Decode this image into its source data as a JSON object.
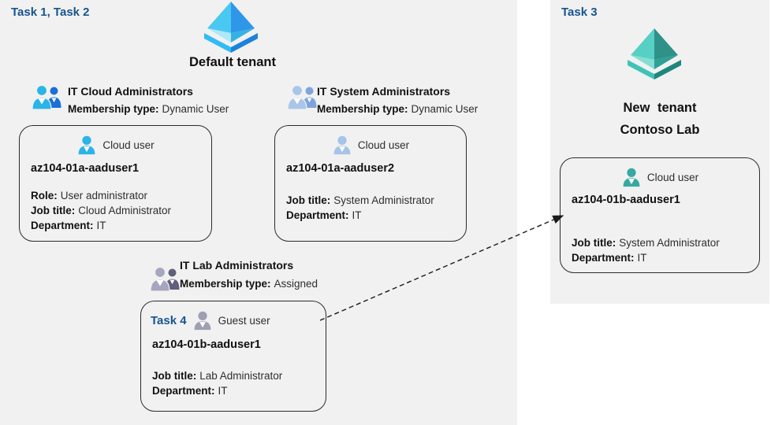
{
  "diagram": {
    "task12_label": "Task 1, Task 2",
    "task3_label": "Task 3",
    "default_tenant_label": "Default tenant",
    "new_tenant": {
      "line1": "New tenant",
      "line2": "Contoso Lab"
    },
    "groups": [
      {
        "name": "IT Cloud Administrators",
        "membership_label": "Membership type:",
        "membership_value": "Dynamic User"
      },
      {
        "name": "IT System Administrators",
        "membership_label": "Membership type:",
        "membership_value": "Dynamic User"
      },
      {
        "name": "IT Lab Administrators",
        "membership_label": "Membership type:",
        "membership_value": "Assigned"
      }
    ],
    "users": [
      {
        "type_label": "Cloud user",
        "name": "az104-01a-aaduser1",
        "lines": [
          {
            "label": "Role:",
            "value": "User administrator"
          },
          {
            "label": "Job title:",
            "value": "Cloud Administrator"
          },
          {
            "label": "Department:",
            "value": "IT"
          }
        ]
      },
      {
        "type_label": "Cloud user",
        "name": "az104-01a-aaduser2",
        "lines": [
          {
            "label": "Job title:",
            "value": "System Administrator"
          },
          {
            "label": "Department:",
            "value": "IT"
          }
        ]
      },
      {
        "task_label": "Task 4",
        "type_label": "Guest user",
        "name": "az104-01b-aaduser1",
        "lines": [
          {
            "label": "Job title:",
            "value": "Lab Administrator"
          },
          {
            "label": "Department:",
            "value": "IT"
          }
        ]
      },
      {
        "type_label": "Cloud user",
        "name": "az104-01b-aaduser1",
        "lines": [
          {
            "label": "Job title:",
            "value": "System Administrator"
          },
          {
            "label": "Department:",
            "value": "IT"
          }
        ]
      }
    ]
  },
  "colors": {
    "panel_bg": "#F1F1F1",
    "task_label_text": "#17548E",
    "box_border": "#2B2B2B",
    "arrow": "#1A1A1A",
    "tenant_icon_default": {
      "left": "#49C8F2",
      "right": "#2E97E8",
      "inner_left": "#AEE8FB",
      "inner_right": "#35B2E4",
      "rim_left": "#30BCF4",
      "rim_right": "#1C82DC"
    },
    "tenant_icon_contoso": {
      "left": "#58CFC4",
      "right": "#2F9188",
      "inner_left": "#85DED2",
      "inner_right": "#2FA096",
      "rim_left": "#40C3B7",
      "rim_right": "#1F867C"
    },
    "group_icons": [
      {
        "front": "#2AB4E8",
        "back": "#1B6FD6"
      },
      {
        "front": "#A9C6E8",
        "back": "#7FA3DC"
      },
      {
        "front": "#A6A6C0",
        "back": "#60607C"
      }
    ],
    "user_icons": [
      "#2CB3E8",
      "#A6C4E8",
      "#9EA0B2",
      "#38A8A4"
    ]
  }
}
